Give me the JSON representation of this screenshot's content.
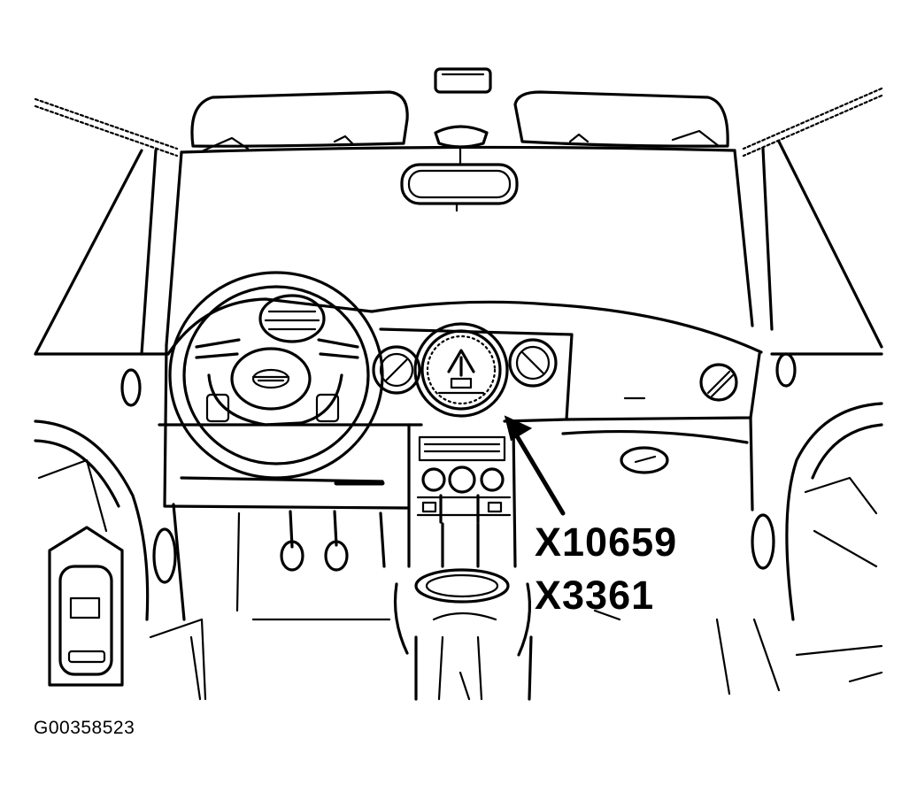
{
  "callouts": [
    "X10659",
    "X3361"
  ],
  "figure_id": "G00358523",
  "colors": {
    "line": "#000000",
    "background": "#ffffff"
  }
}
